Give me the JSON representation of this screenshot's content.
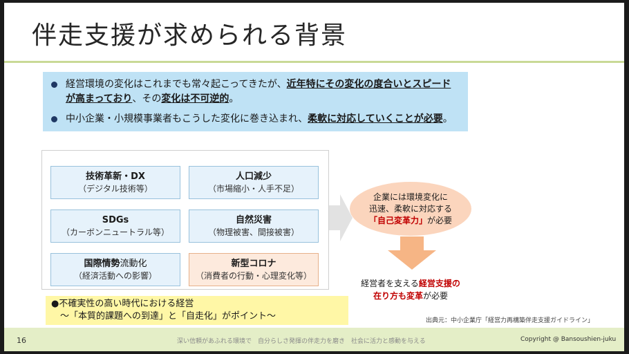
{
  "title": "伴走支援が求められる背景",
  "bullets": [
    {
      "pre": "経営環境の変化はこれまでも常々起こってきたが、",
      "strong1": "近年特にその変化の度合いとスピードが高まっており",
      "mid": "、その",
      "strong2": "変化は不可逆的",
      "post": "。"
    },
    {
      "pre": "中小企業・小規模事業者もこうした変化に巻き込まれ、",
      "strong1": "柔軟に対応していくことが必要",
      "post": "。"
    }
  ],
  "factors": [
    {
      "line1": "技術革新・DX",
      "line2": "（デジタル技術等）"
    },
    {
      "line1": "人口減少",
      "line2": "（市場縮小・人手不足）"
    },
    {
      "line1": "SDGs",
      "line2": "（カーボンニュートラル等）"
    },
    {
      "line1": "自然災害",
      "line2": "（物理被害、間接被害）"
    },
    {
      "line1a": "国際情勢",
      "line1b": "流動化",
      "line2": "（経済活動への影響）"
    },
    {
      "line1": "新型コロナ",
      "line2": "（消費者の行動・心理変化等）"
    }
  ],
  "ellipse": {
    "line1": "企業には環境変化に",
    "line2": "迅速、柔軟に対応する",
    "highlight": "「自己変革力」",
    "line3_post": "が必要"
  },
  "conclusion": {
    "pre": "経営者を支える",
    "red1": "経営支援の",
    "red2": "在り方も変革",
    "post": "が必要"
  },
  "note": {
    "line1": "●不確実性の高い時代における経営",
    "line2": "　～「本質的課題への到達」と「自走化」がポイント～"
  },
  "source": "出典元：中小企業庁「経営力再構築伴走支援ガイドライン」",
  "footer": {
    "page_number": "16",
    "slogan": "深い信頼があふれる環境で　自分らしさ発揮の伴走力を磨き　社会に活力と感動を与える",
    "copyright": "Copyright @ Bansoushien-juku"
  }
}
